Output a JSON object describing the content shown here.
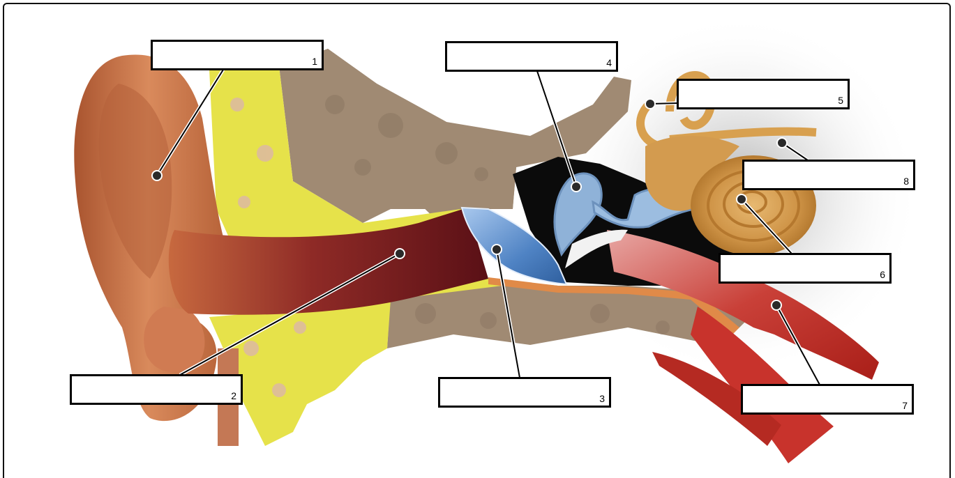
{
  "diagram": {
    "labels": [
      {
        "number": "1"
      },
      {
        "number": "2"
      },
      {
        "number": "3"
      },
      {
        "number": "4"
      },
      {
        "number": "5"
      },
      {
        "number": "6"
      },
      {
        "number": "7"
      },
      {
        "number": "8"
      }
    ]
  },
  "colors": {
    "frame": "#111111",
    "bone": "#a08a73",
    "cartilage_yellow": "#e6e24a",
    "skin": "#c8734c",
    "canal": "#6b1a1f",
    "eardrum": "#4f83c4",
    "ossicles": "#8fb2d8",
    "cochlea": "#d29a4a",
    "eustachian": "#c9403a",
    "leader": "#000000"
  }
}
